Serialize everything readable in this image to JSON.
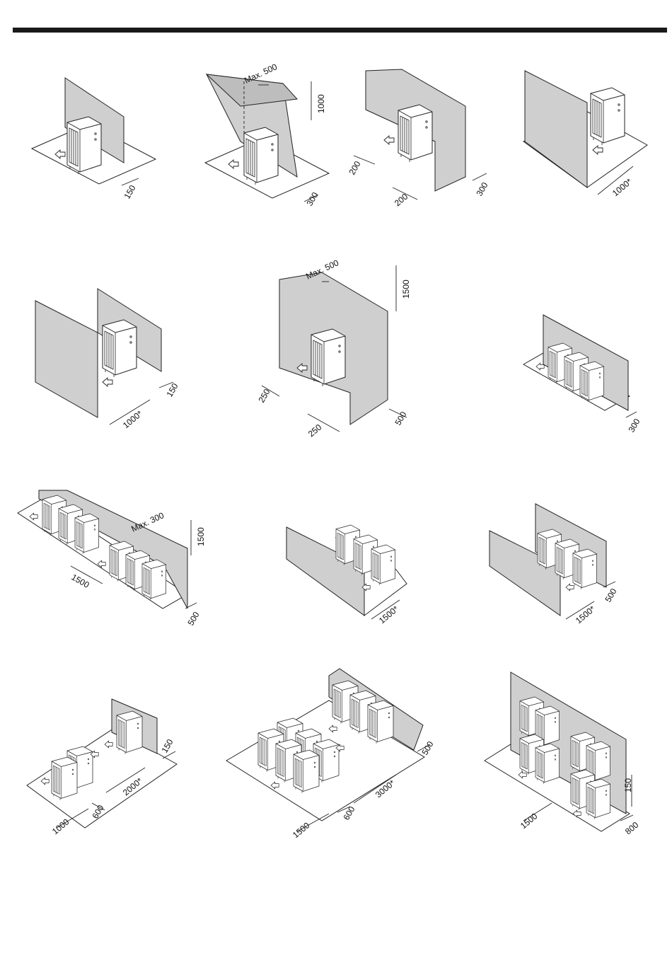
{
  "diagrams": [
    {
      "id": "d1",
      "labels": [
        "150"
      ]
    },
    {
      "id": "d2",
      "labels": [
        "Max. 500",
        "1000",
        "300"
      ]
    },
    {
      "id": "d3",
      "labels": [
        "200",
        "200",
        "300"
      ]
    },
    {
      "id": "d4",
      "labels": [
        "1000*"
      ]
    },
    {
      "id": "d5",
      "labels": [
        "1000*",
        "150"
      ]
    },
    {
      "id": "d6",
      "labels": [
        "Max. 500",
        "1500",
        "250",
        "250",
        "500"
      ]
    },
    {
      "id": "d7",
      "labels": [
        "300"
      ]
    },
    {
      "id": "d8",
      "labels": [
        "Max. 300",
        "1500",
        "1500",
        "500"
      ]
    },
    {
      "id": "d9",
      "labels": [
        "1500*"
      ]
    },
    {
      "id": "d10",
      "labels": [
        "1500*",
        "500"
      ]
    },
    {
      "id": "d11",
      "labels": [
        "150",
        "2000*",
        "600",
        "1000"
      ]
    },
    {
      "id": "d12",
      "labels": [
        "500",
        "3000*",
        "600",
        "1500"
      ]
    },
    {
      "id": "d13",
      "labels": [
        "150",
        "1500",
        "800"
      ]
    }
  ]
}
